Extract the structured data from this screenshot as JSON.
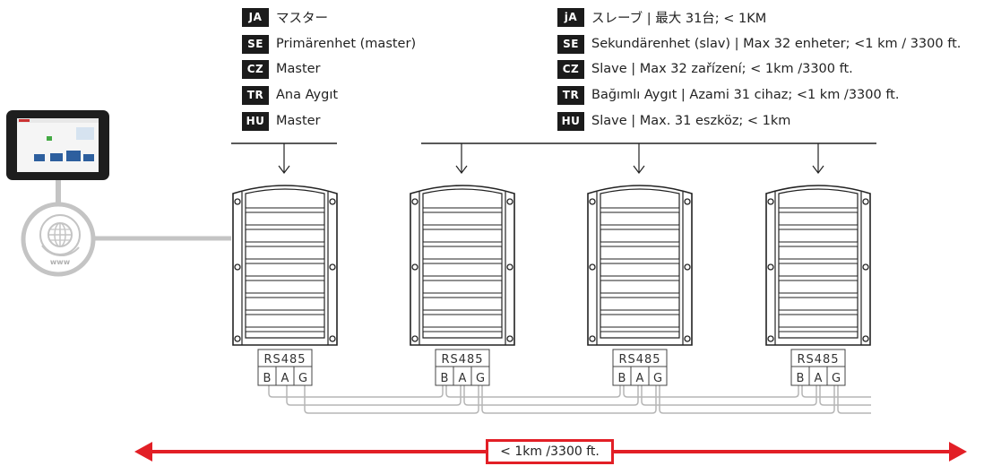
{
  "master_legend": [
    {
      "code": "JA",
      "label": "マスター"
    },
    {
      "code": "SE",
      "label": "Primärenhet (master)"
    },
    {
      "code": "CZ",
      "label": "Master"
    },
    {
      "code": "TR",
      "label": "Ana Aygıt"
    },
    {
      "code": "HU",
      "label": "Master"
    }
  ],
  "slave_legend": [
    {
      "code": "jA",
      "label": "スレーブ | 最大 31台; < 1KM"
    },
    {
      "code": "SE",
      "label": "Sekundärenhet (slav) | Max 32 enheter; <1 km / 3300 ft."
    },
    {
      "code": "CZ",
      "label": "Slave | Max 32 zařízení; < 1km /3300 ft."
    },
    {
      "code": "TR",
      "label": "Bağımlı Aygıt | Azami 31 cihaz; <1 km /3300 ft."
    },
    {
      "code": "HU",
      "label": "Slave | Max. 31 eszköz; < 1km"
    }
  ],
  "rs485": {
    "label": "RS485",
    "pins": [
      "B",
      "A",
      "G"
    ]
  },
  "internet_label": "www",
  "distance_label": "< 1km /3300 ft.",
  "colors": {
    "accent_red": "#e21f26",
    "badge_bg": "#1b1b1b",
    "wire": "#b5b5b5",
    "device_stroke": "#222222",
    "globe_gray": "#c4c4c4"
  }
}
